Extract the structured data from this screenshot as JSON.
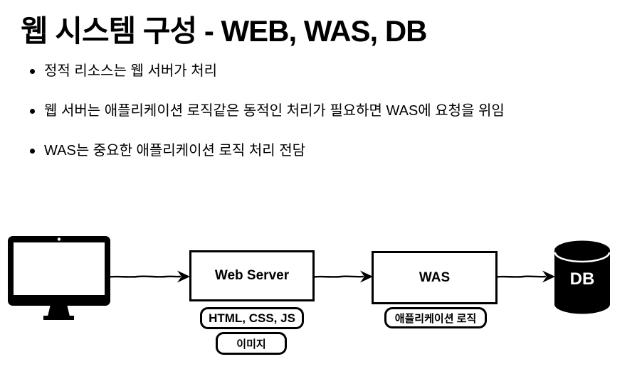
{
  "page": {
    "title": "웹 시스템 구성 - WEB, WAS, DB",
    "bullets": [
      "정적 리소스는 웹 서버가 처리",
      "웹 서버는 애플리케이션 로직같은 동적인 처리가 필요하면 WAS에 요청을 위임",
      "WAS는 중요한 애플리케이션 로직 처리 전담"
    ]
  },
  "diagram": {
    "client": {
      "icon": "desktop-monitor-icon"
    },
    "web_server": {
      "label": "Web Server",
      "sub_labels": [
        "HTML, CSS, JS",
        "이미지"
      ]
    },
    "was": {
      "label": "WAS",
      "sub_labels": [
        "애플리케이션 로직"
      ]
    },
    "db": {
      "label": "DB",
      "icon": "database-cylinder-icon"
    },
    "arrows": [
      {
        "from": "client",
        "to": "web_server",
        "direction": "right"
      },
      {
        "from": "web_server",
        "to": "was",
        "direction": "right"
      },
      {
        "from": "was",
        "to": "db",
        "direction": "right"
      }
    ]
  },
  "colors": {
    "text": "#000000",
    "background": "#ffffff",
    "node_border": "#000000",
    "node_fill": "#ffffff",
    "db_fill": "#000000",
    "db_label": "#ffffff"
  }
}
